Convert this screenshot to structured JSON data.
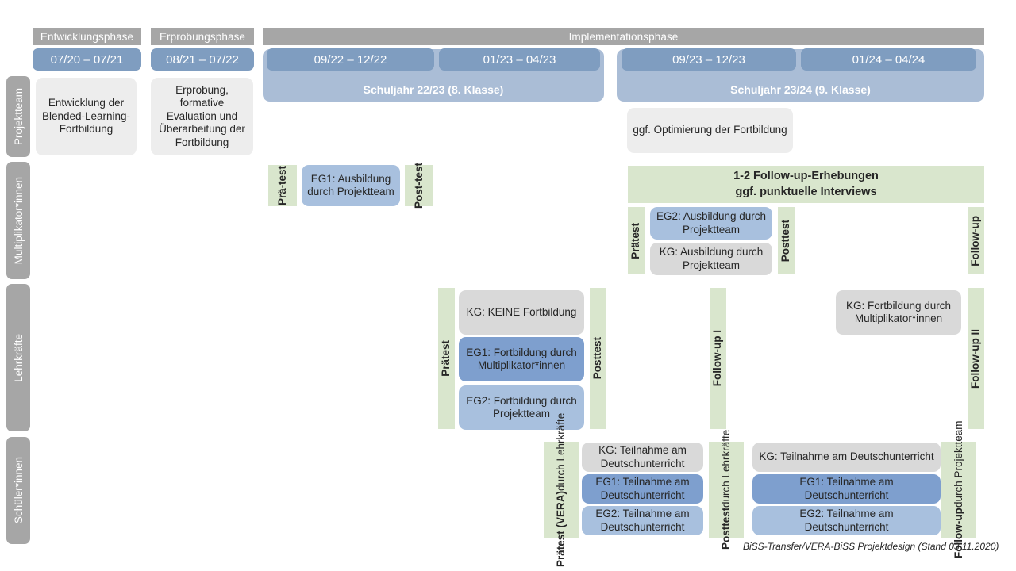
{
  "footer": {
    "text": "BiSS-Transfer/VERA-BiSS Projektdesign (Stand 03.11.2020)"
  },
  "colors": {
    "phase_grey": "#a6a6a6",
    "period_blue": "#7f9dc0",
    "schuljahr_blue": "#aabdd6",
    "card_grey_light": "#ededed",
    "card_grey": "#d9d9d9",
    "card_blue_medium": "#a8c0de",
    "card_blue_dark": "#7e9fce",
    "green": "#d9e6cd"
  },
  "phases": [
    {
      "label": "Entwicklungsphase"
    },
    {
      "label": "Erprobungsphase"
    },
    {
      "label": "Implementationsphase"
    }
  ],
  "periods": [
    {
      "label": "07/20 – 07/21"
    },
    {
      "label": "08/21 – 07/22"
    },
    {
      "label": "09/22 – 12/22"
    },
    {
      "label": "01/23 – 04/23"
    },
    {
      "label": "09/23 – 12/23"
    },
    {
      "label": "01/24 – 04/24"
    }
  ],
  "schuljahre": [
    {
      "label": "Schuljahr 22/23 (8. Klasse)"
    },
    {
      "label": "Schuljahr 23/24 (9. Klasse)"
    }
  ],
  "rows": [
    {
      "label": "Projektteam"
    },
    {
      "label": "Multiplikator*innen"
    },
    {
      "label": "Lehrkräfte"
    },
    {
      "label": "Schüler*innen"
    }
  ],
  "projektteam": {
    "entwicklung": "Entwicklung der Blended-Learning-Fortbildung",
    "erprobung": "Erprobung, formative Evaluation und Überarbeitung der Fortbildung",
    "optimierung": "ggf. Optimierung der Fortbildung"
  },
  "multiplikatoren": {
    "praetest_1": "Prä- test",
    "praetest_1_l1": "Prä-",
    "praetest_1_l2": "test",
    "eg1": "EG1: Ausbildung durch Projektteam",
    "posttest_1_l1": "Post-",
    "posttest_1_l2": "test",
    "followup_banner_l1": "1-2 Follow-up-Erhebungen",
    "followup_banner_l2": "ggf. punktuelle Interviews",
    "praetest_2": "Prätest",
    "eg2": "EG2: Ausbildung durch Projektteam",
    "kg": "KG: Ausbildung durch Projektteam",
    "posttest_2": "Posttest",
    "followup": "Follow-up"
  },
  "lehrkraefte": {
    "praetest": "Prätest",
    "kg_keine": "KG:  KEINE Fortbildung",
    "eg1": "EG1: Fortbildung durch Multiplikator*innen",
    "eg2": "EG2: Fortbildung durch Projektteam",
    "posttest": "Posttest",
    "followup_1": "Follow-up I",
    "kg_fortbildung": "KG: Fortbildung durch Multiplikator*innen",
    "followup_2": "Follow-up II"
  },
  "schueler": {
    "praetest_l1": "Prätest (VERA)",
    "praetest_l2": "durch Lehrkräfte",
    "left": [
      {
        "label": "KG: Teilnahme am Deutschunterricht",
        "style": "grey"
      },
      {
        "label": "EG1: Teilnahme am Deutschunterricht",
        "style": "blue-d"
      },
      {
        "label": "EG2: Teilnahme am Deutschunterricht",
        "style": "blue-m"
      }
    ],
    "posttest_l1": "Posttest",
    "posttest_l2": "durch Lehrkräfte",
    "right": [
      {
        "label": "KG: Teilnahme am Deutschunterricht",
        "style": "grey"
      },
      {
        "label": "EG1: Teilnahme am Deutschunterricht",
        "style": "blue-d"
      },
      {
        "label": "EG2: Teilnahme am Deutschunterricht",
        "style": "blue-m"
      }
    ],
    "followup_l1": "Follow-up",
    "followup_l2": "durch Projektteam"
  }
}
